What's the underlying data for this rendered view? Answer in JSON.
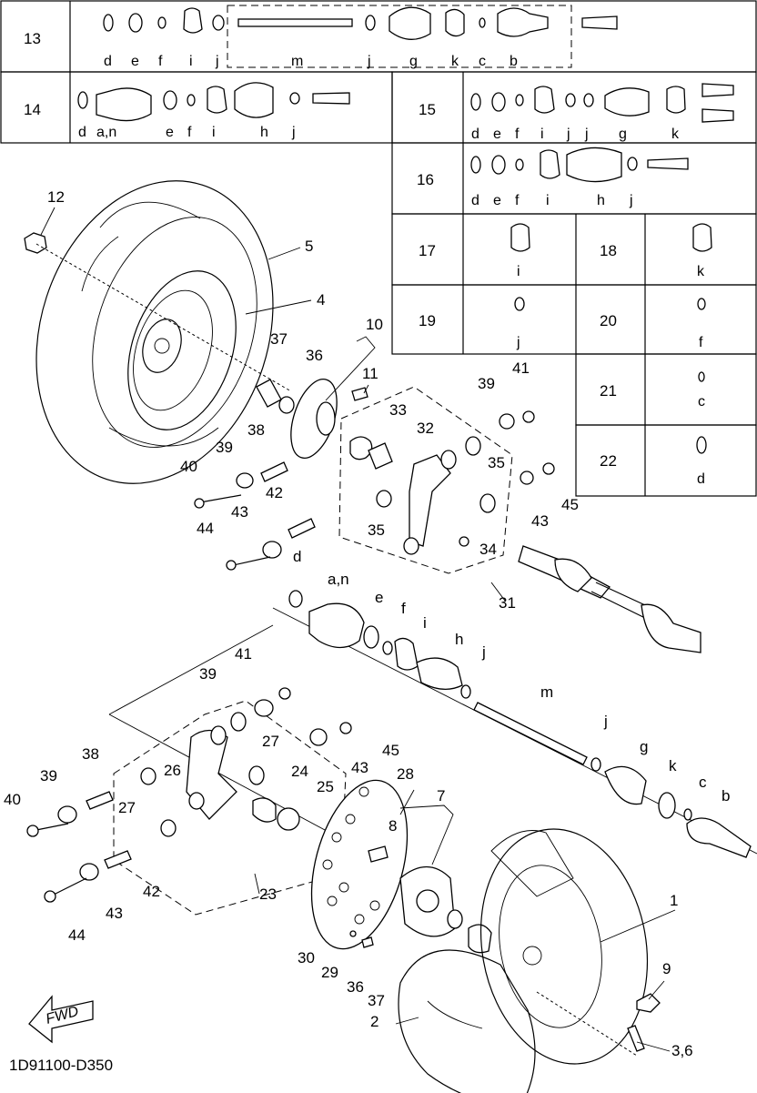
{
  "footer_code": "1D91100-D350",
  "fwd_label": "FWD",
  "kits": [
    {
      "no": "13",
      "parts": [
        "d",
        "e",
        "f",
        "i",
        "j",
        "m",
        "j",
        "g",
        "k",
        "c",
        "b"
      ]
    },
    {
      "no": "14",
      "parts": [
        "d",
        "a,n",
        "e",
        "f",
        "i",
        "h",
        "j"
      ]
    },
    {
      "no": "15",
      "parts": [
        "d",
        "e",
        "f",
        "i",
        "j",
        "j",
        "g",
        "k"
      ]
    },
    {
      "no": "16",
      "parts": [
        "d",
        "e",
        "f",
        "i",
        "h",
        "j"
      ]
    },
    {
      "no": "17",
      "parts": [
        "i"
      ]
    },
    {
      "no": "18",
      "parts": [
        "k"
      ]
    },
    {
      "no": "19",
      "parts": [
        "j"
      ]
    },
    {
      "no": "20",
      "parts": [
        "f"
      ]
    },
    {
      "no": "21",
      "parts": [
        "c"
      ]
    },
    {
      "no": "22",
      "parts": [
        "d"
      ]
    }
  ],
  "callouts": {
    "upper": [
      "12",
      "5",
      "4",
      "10",
      "11",
      "37",
      "36",
      "39",
      "41",
      "33",
      "32",
      "35",
      "38",
      "39",
      "40",
      "42",
      "43",
      "44",
      "35",
      "34",
      "43",
      "45",
      "31"
    ],
    "shaft": [
      "d",
      "a,n",
      "e",
      "f",
      "i",
      "h",
      "j",
      "m",
      "j",
      "g",
      "k",
      "c",
      "b"
    ],
    "lower": [
      "41",
      "39",
      "45",
      "43",
      "38",
      "27",
      "39",
      "26",
      "24",
      "25",
      "28",
      "7",
      "40",
      "27",
      "8",
      "23",
      "42",
      "43",
      "44",
      "1",
      "9",
      "30",
      "29",
      "36",
      "37",
      "2",
      "3,6"
    ]
  }
}
